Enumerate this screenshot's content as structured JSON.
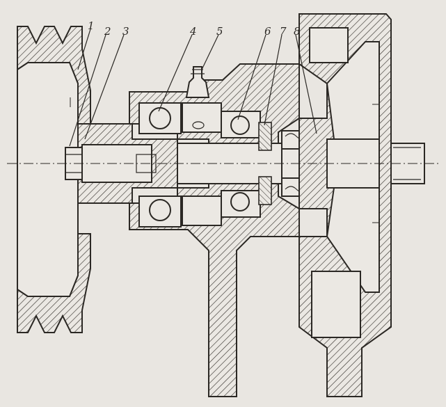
{
  "figure": {
    "callouts": [
      {
        "id": "1",
        "text": "1"
      },
      {
        "id": "2",
        "text": "2"
      },
      {
        "id": "3",
        "text": "3"
      },
      {
        "id": "4",
        "text": "4"
      },
      {
        "id": "5",
        "text": "5"
      },
      {
        "id": "6",
        "text": "6"
      },
      {
        "id": "7",
        "text": "7"
      },
      {
        "id": "8",
        "text": "8"
      }
    ]
  }
}
